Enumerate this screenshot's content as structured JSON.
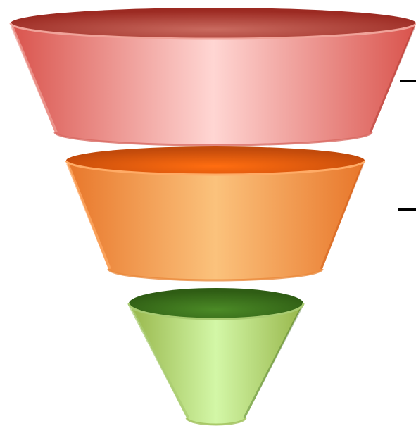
{
  "diagram": {
    "type": "funnel",
    "tiers": [
      {
        "id": "top",
        "name": "funnel-tier-top",
        "colors": {
          "edge": "#d9534c",
          "highlight": "#ffd6d3",
          "rim_dark": "#9c2a22",
          "rim_light": "#c96a5f",
          "lip": "#f0a39a",
          "bottom": "#d86a63"
        }
      },
      {
        "id": "middle",
        "name": "funnel-tier-middle",
        "colors": {
          "edge": "#e8762a",
          "highlight": "#fbc27c",
          "rim_dark": "#c24a0b",
          "rim_light": "#ff6d10",
          "lip": "#ffab66",
          "bottom": "#ea8a3c"
        }
      },
      {
        "id": "bottom",
        "name": "funnel-tier-bottom",
        "colors": {
          "edge": "#97b64a",
          "highlight": "#d3f7a7",
          "rim_dark": "#2f5d14",
          "rim_light": "#4b8a26",
          "lip": "#a9cc72",
          "bottom": "#9fbf5a"
        }
      }
    ],
    "connectors": [
      {
        "name": "connector-line-top",
        "color": "#000000"
      },
      {
        "name": "connector-line-middle",
        "color": "#000000"
      }
    ]
  }
}
